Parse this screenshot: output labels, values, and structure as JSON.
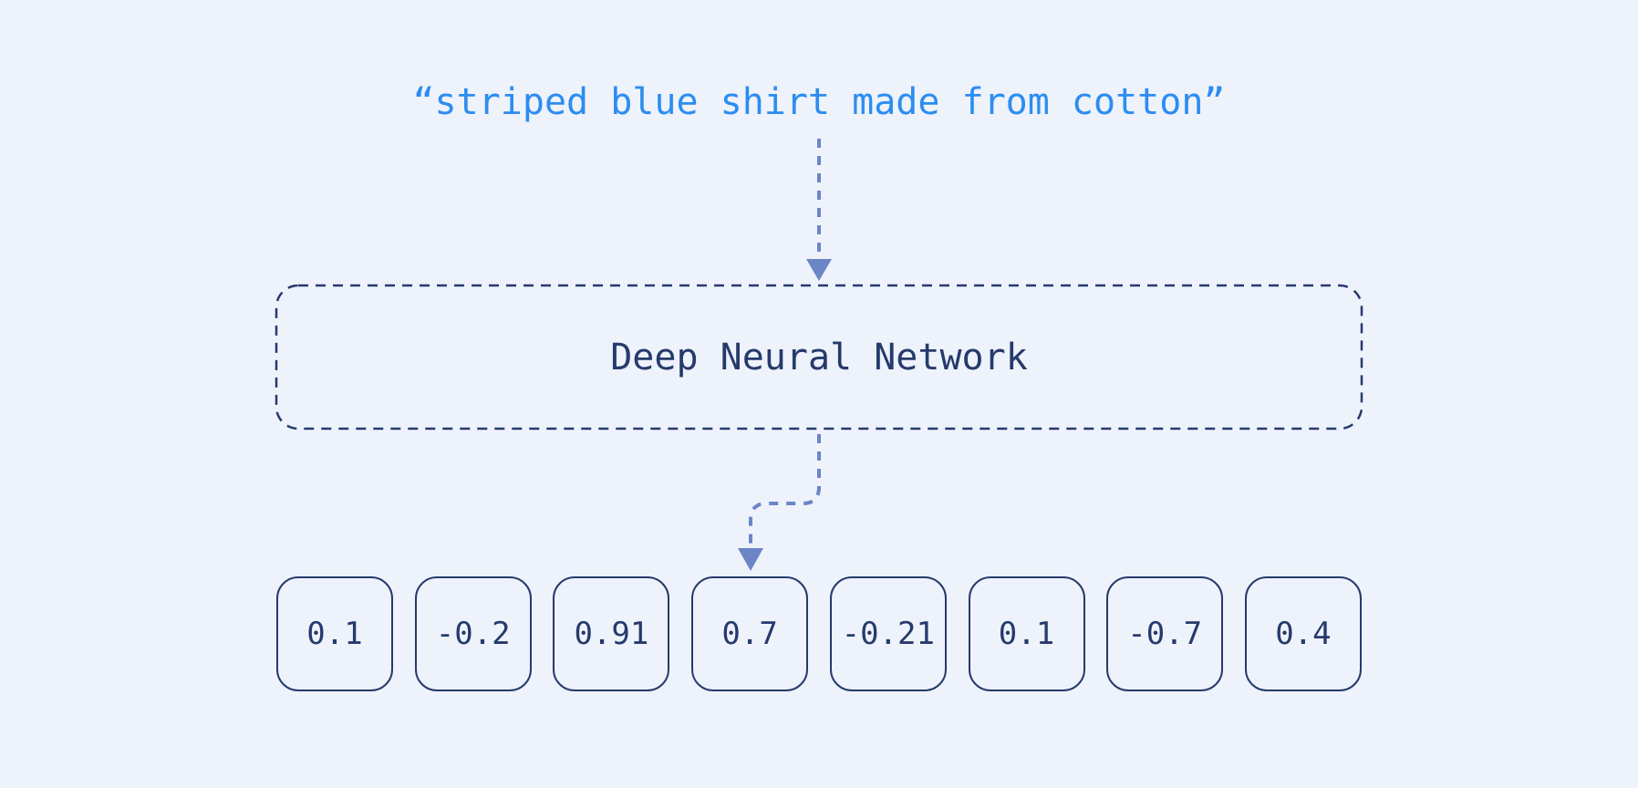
{
  "diagram": {
    "input": {
      "text": "“striped blue shirt made from cotton”"
    },
    "model": {
      "label": "Deep Neural Network"
    },
    "output": {
      "values": [
        "0.1",
        "-0.2",
        "0.91",
        "0.7",
        "-0.21",
        "0.1",
        "-0.7",
        "0.4"
      ]
    }
  },
  "icons": {
    "input_arrow": "dashed-down-arrow",
    "output_arrow": "dashed-elbow-down-arrow"
  },
  "colors": {
    "background": "#EEF2FB",
    "accent_blue": "#2B8DF0",
    "navy": "#263A6C",
    "arrow": "#6B85C7"
  }
}
